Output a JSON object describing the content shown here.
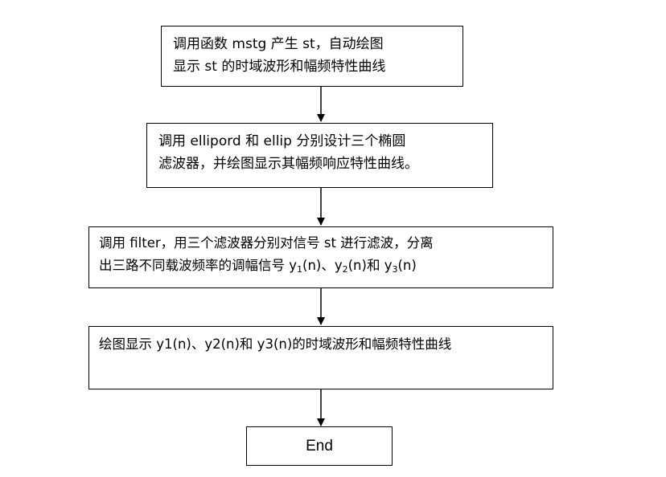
{
  "steps": [
    {
      "lines": [
        "调用函数 mstg 产生 st，自动绘图",
        "显示 st 的时域波形和幅频特性曲线"
      ]
    },
    {
      "lines": [
        "调用 ellipord 和 ellip 分别设计三个椭圆",
        "滤波器，并绘图显示其幅频响应特性曲线。"
      ]
    },
    {
      "line1": "调用 filter，用三个滤波器分别对信号 st 进行滤波，分离",
      "line2": {
        "prefix": "出三路不同载波频率的调幅信号 y",
        "sub1": "1",
        "mid1": "(n)、y",
        "sub2": "2",
        "mid2": "(n)和 y",
        "sub3": "3",
        "suffix": "(n)"
      }
    },
    {
      "lines": [
        "绘图显示 y1(n)、y2(n)和 y3(n)的时域波形和幅频特性曲线"
      ]
    },
    {
      "lines": [
        "End"
      ]
    }
  ]
}
